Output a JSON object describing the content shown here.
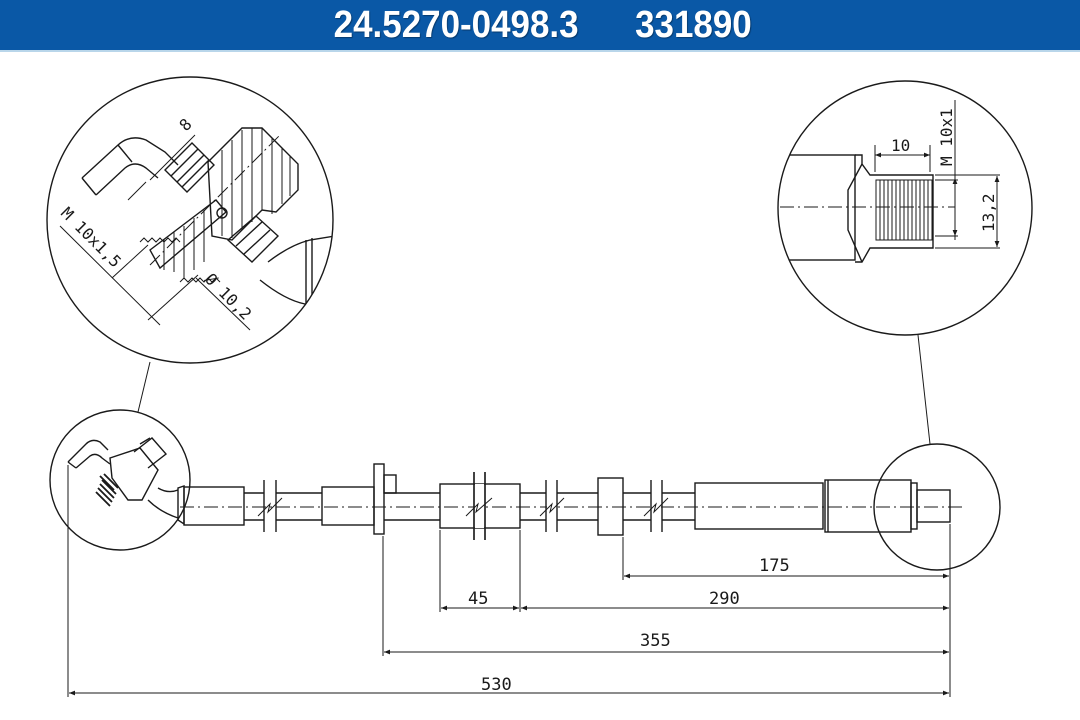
{
  "header": {
    "part_number": "24.5270-0498.3",
    "reference_number": "331890",
    "background_color": "#0a58a6",
    "text_color": "#ffffff"
  },
  "drawing": {
    "type": "technical drawing of brake hose",
    "detail_left": {
      "dimensions": {
        "width_across": "8",
        "thread": "M 10x1,5",
        "diameter": "Ø 10,2"
      }
    },
    "detail_right": {
      "dimensions": {
        "depth": "10",
        "thread": "M 10x1",
        "diameter": "13,2"
      }
    },
    "overall_dimensions": {
      "d175": "175",
      "d45": "45",
      "d290": "290",
      "d355": "355",
      "d530": "530"
    }
  }
}
